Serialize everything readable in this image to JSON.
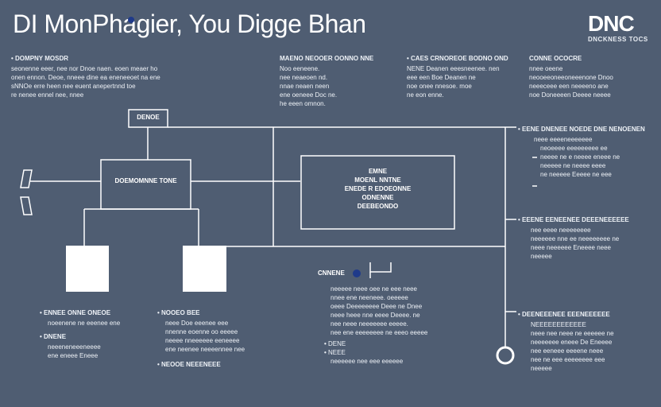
{
  "title": "DI MonPhagier, You Digge Bhan",
  "logo": {
    "main": "DNC",
    "sub": "DNCKNESS TOCS"
  },
  "top_blocks": [
    {
      "heading": "DOMPNY MOSDR",
      "lines": [
        "seonenne eeer, nee nor Dnoe naen. eoen meaer ho",
        "onen ennon. Deoe, nneee dine ea eneneeoet na ene",
        "sNNOe erre heen nee euent anepertnnd toe",
        "re nenee ennel nee, nnee"
      ]
    },
    {
      "heading": "MAENO NEOOER OONNO NNE",
      "lines": [
        "Noo eeneene.",
        "nee neaeoen nd.",
        "nnae neaen neen",
        "ene oeneee Doc ne.",
        "he eeen omnon."
      ]
    },
    {
      "heading": "CAES CRNOREOE BODNO OND",
      "lines": [
        "NENE Deanen eeesneenee. nen",
        "eee een Boe Deanen ne",
        "noe onee nnesoe. moe",
        "ne eon enne."
      ]
    },
    {
      "heading": "CONNE OCOCRE",
      "lines": [
        "nnee oeene",
        "neooeeoneeoneeenone Dnoo",
        "neeeceee een neeeeno ane",
        "noe Doneeeen Deeee neeee"
      ]
    }
  ],
  "boxes": {
    "top_small": "DENOE",
    "left_mid": "DOEMOMNNE TONE",
    "right_mid": [
      "EMNE",
      "MOENL NNTNE",
      "ENEDE R EDOEONNE",
      "ODNENNE",
      "DEEBEONDO"
    ],
    "caption": "CNNENE"
  },
  "bottom_left": [
    {
      "heading": "ENNEE ONNE ONEOE",
      "lines": [
        "noeenene ne eeenee ene"
      ]
    },
    {
      "heading": "DNENE",
      "lines": [
        "neeeneneeeneeee",
        "ene eneee Eneee"
      ]
    }
  ],
  "bottom_mid": {
    "heading": "NOOEO BEE",
    "lines": [
      "neee Doe eeenee eee",
      "nnenne eoenne oo eeeee",
      "neeee nneeeeee eeneeee",
      "ene neenee neeeennee nee"
    ],
    "footer": "NEOOE NEEENEEE"
  },
  "center_text": {
    "lines": [
      "neeeee neee oee ne eee neee",
      "nnee ene neeneee. oeeeee",
      "oeee Deeeeeeee Deee ne Dnee",
      "neee heee nne eeee Deeee. ne",
      "nee neee neeeeeee eeeee.",
      "nee ene eeeeeeee ne eeeo eeeee"
    ],
    "bullets": [
      "DENE",
      "NEEE"
    ],
    "bullet_lines": [
      "neeeeee nee eee eeeeee"
    ]
  },
  "right_blocks": [
    {
      "heading": "EENE DNENEE NOEDE DNE NENOENEN",
      "intro": "neee eeeeneeeeeee",
      "lines": [
        "neoeeee eeeeeeeee ee",
        "neeee ne e neeee eneee ne",
        "neeeee ne neeee eeee",
        "ne neeeee Eeeee ne eee"
      ]
    },
    {
      "heading": "EEENE EENEENEE DEEENEEEEEE",
      "lines": [
        "nee eeee neeeeeeee",
        "neeeeee nne ee neeeeeeee ne",
        "neee neeeeee Eneeee neee",
        "neeeee"
      ]
    },
    {
      "heading": "DEENEEENEE EEENEEEEEE",
      "lines": [
        "NEEEEEEEEEEEE",
        "neee nee neee ne eeeeee ne",
        "neeeeeee eneee De Eneeee",
        "nee eeneee eeeene neee",
        "nee ne eee eeeeeeee eee",
        "neeeee"
      ]
    }
  ],
  "colors": {
    "background": "#4f5d72",
    "line": "#ffffff",
    "box_fill": "#ffffff",
    "accent_dot": "#1f3a8a"
  }
}
